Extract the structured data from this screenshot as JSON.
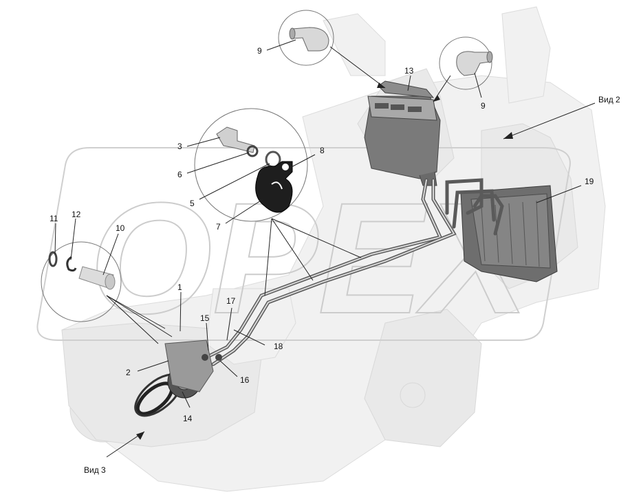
{
  "diagram": {
    "views": {
      "view2": "Вид 2",
      "view3": "Вид 3"
    },
    "callouts": {
      "c1": "1",
      "c2": "2",
      "c3": "3",
      "c5": "5",
      "c6": "6",
      "c7": "7",
      "c8": "8",
      "c9a": "9",
      "c9b": "9",
      "c10": "10",
      "c11": "11",
      "c12": "12",
      "c13": "13",
      "c14": "14",
      "c15": "15",
      "c16": "16",
      "c17": "17",
      "c18": "18",
      "c19": "19"
    },
    "watermark": "OPEX"
  }
}
